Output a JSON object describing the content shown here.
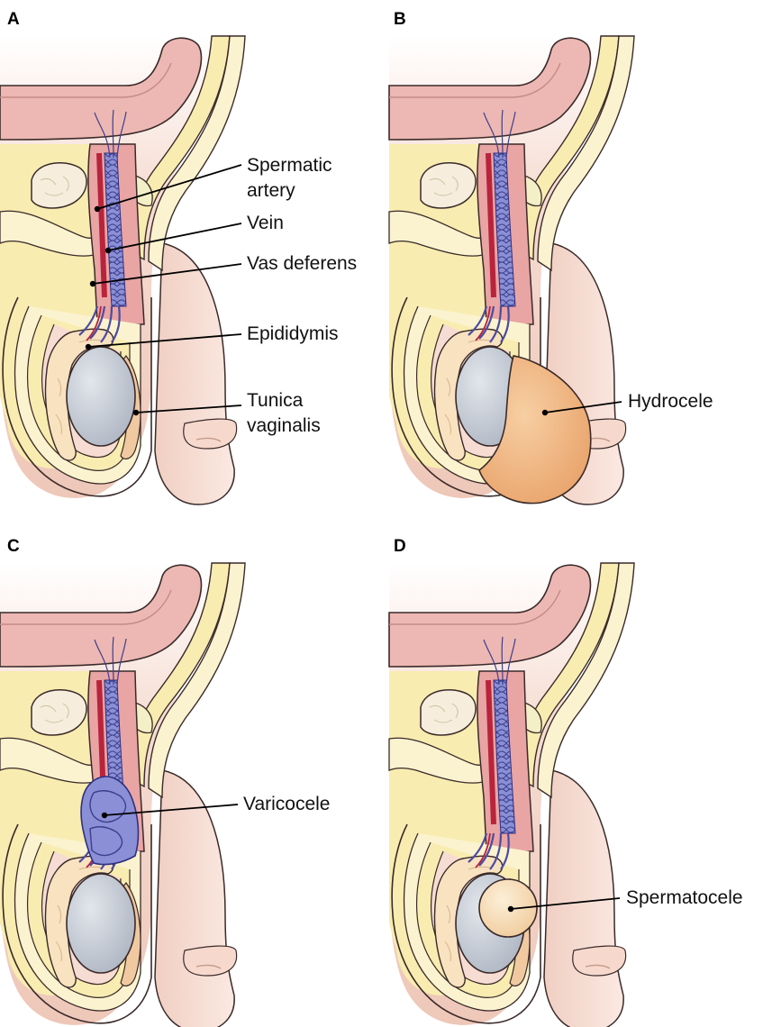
{
  "panels": [
    {
      "letter": "A",
      "labels": {
        "spermatic_artery_1": "Spermatic",
        "spermatic_artery_2": "artery",
        "vein": "Vein",
        "vas_deferens": "Vas deferens",
        "epididymis": "Epididymis",
        "tunica_1": "Tunica",
        "tunica_2": "vaginalis"
      }
    },
    {
      "letter": "B",
      "labels": {
        "hydrocele": "Hydrocele"
      }
    },
    {
      "letter": "C",
      "labels": {
        "varicocele": "Varicocele"
      }
    },
    {
      "letter": "D",
      "labels": {
        "spermatocele": "Spermatocele"
      }
    }
  ],
  "colors": {
    "skin": "#f5ddd0",
    "skin_dark": "#e9c2b0",
    "fat": "#f8ecb0",
    "fat_light": "#fbf3cf",
    "muscle": "#e9a4a4",
    "muscle_dark": "#d98888",
    "testis": "#c8cdd5",
    "epididymis": "#f8e2c0",
    "vein": "#6a6fc0",
    "artery": "#b8243c",
    "hydrocele": "#f0b883",
    "spermatocele": "#f6dcb0",
    "outline": "#3a2a2a"
  }
}
